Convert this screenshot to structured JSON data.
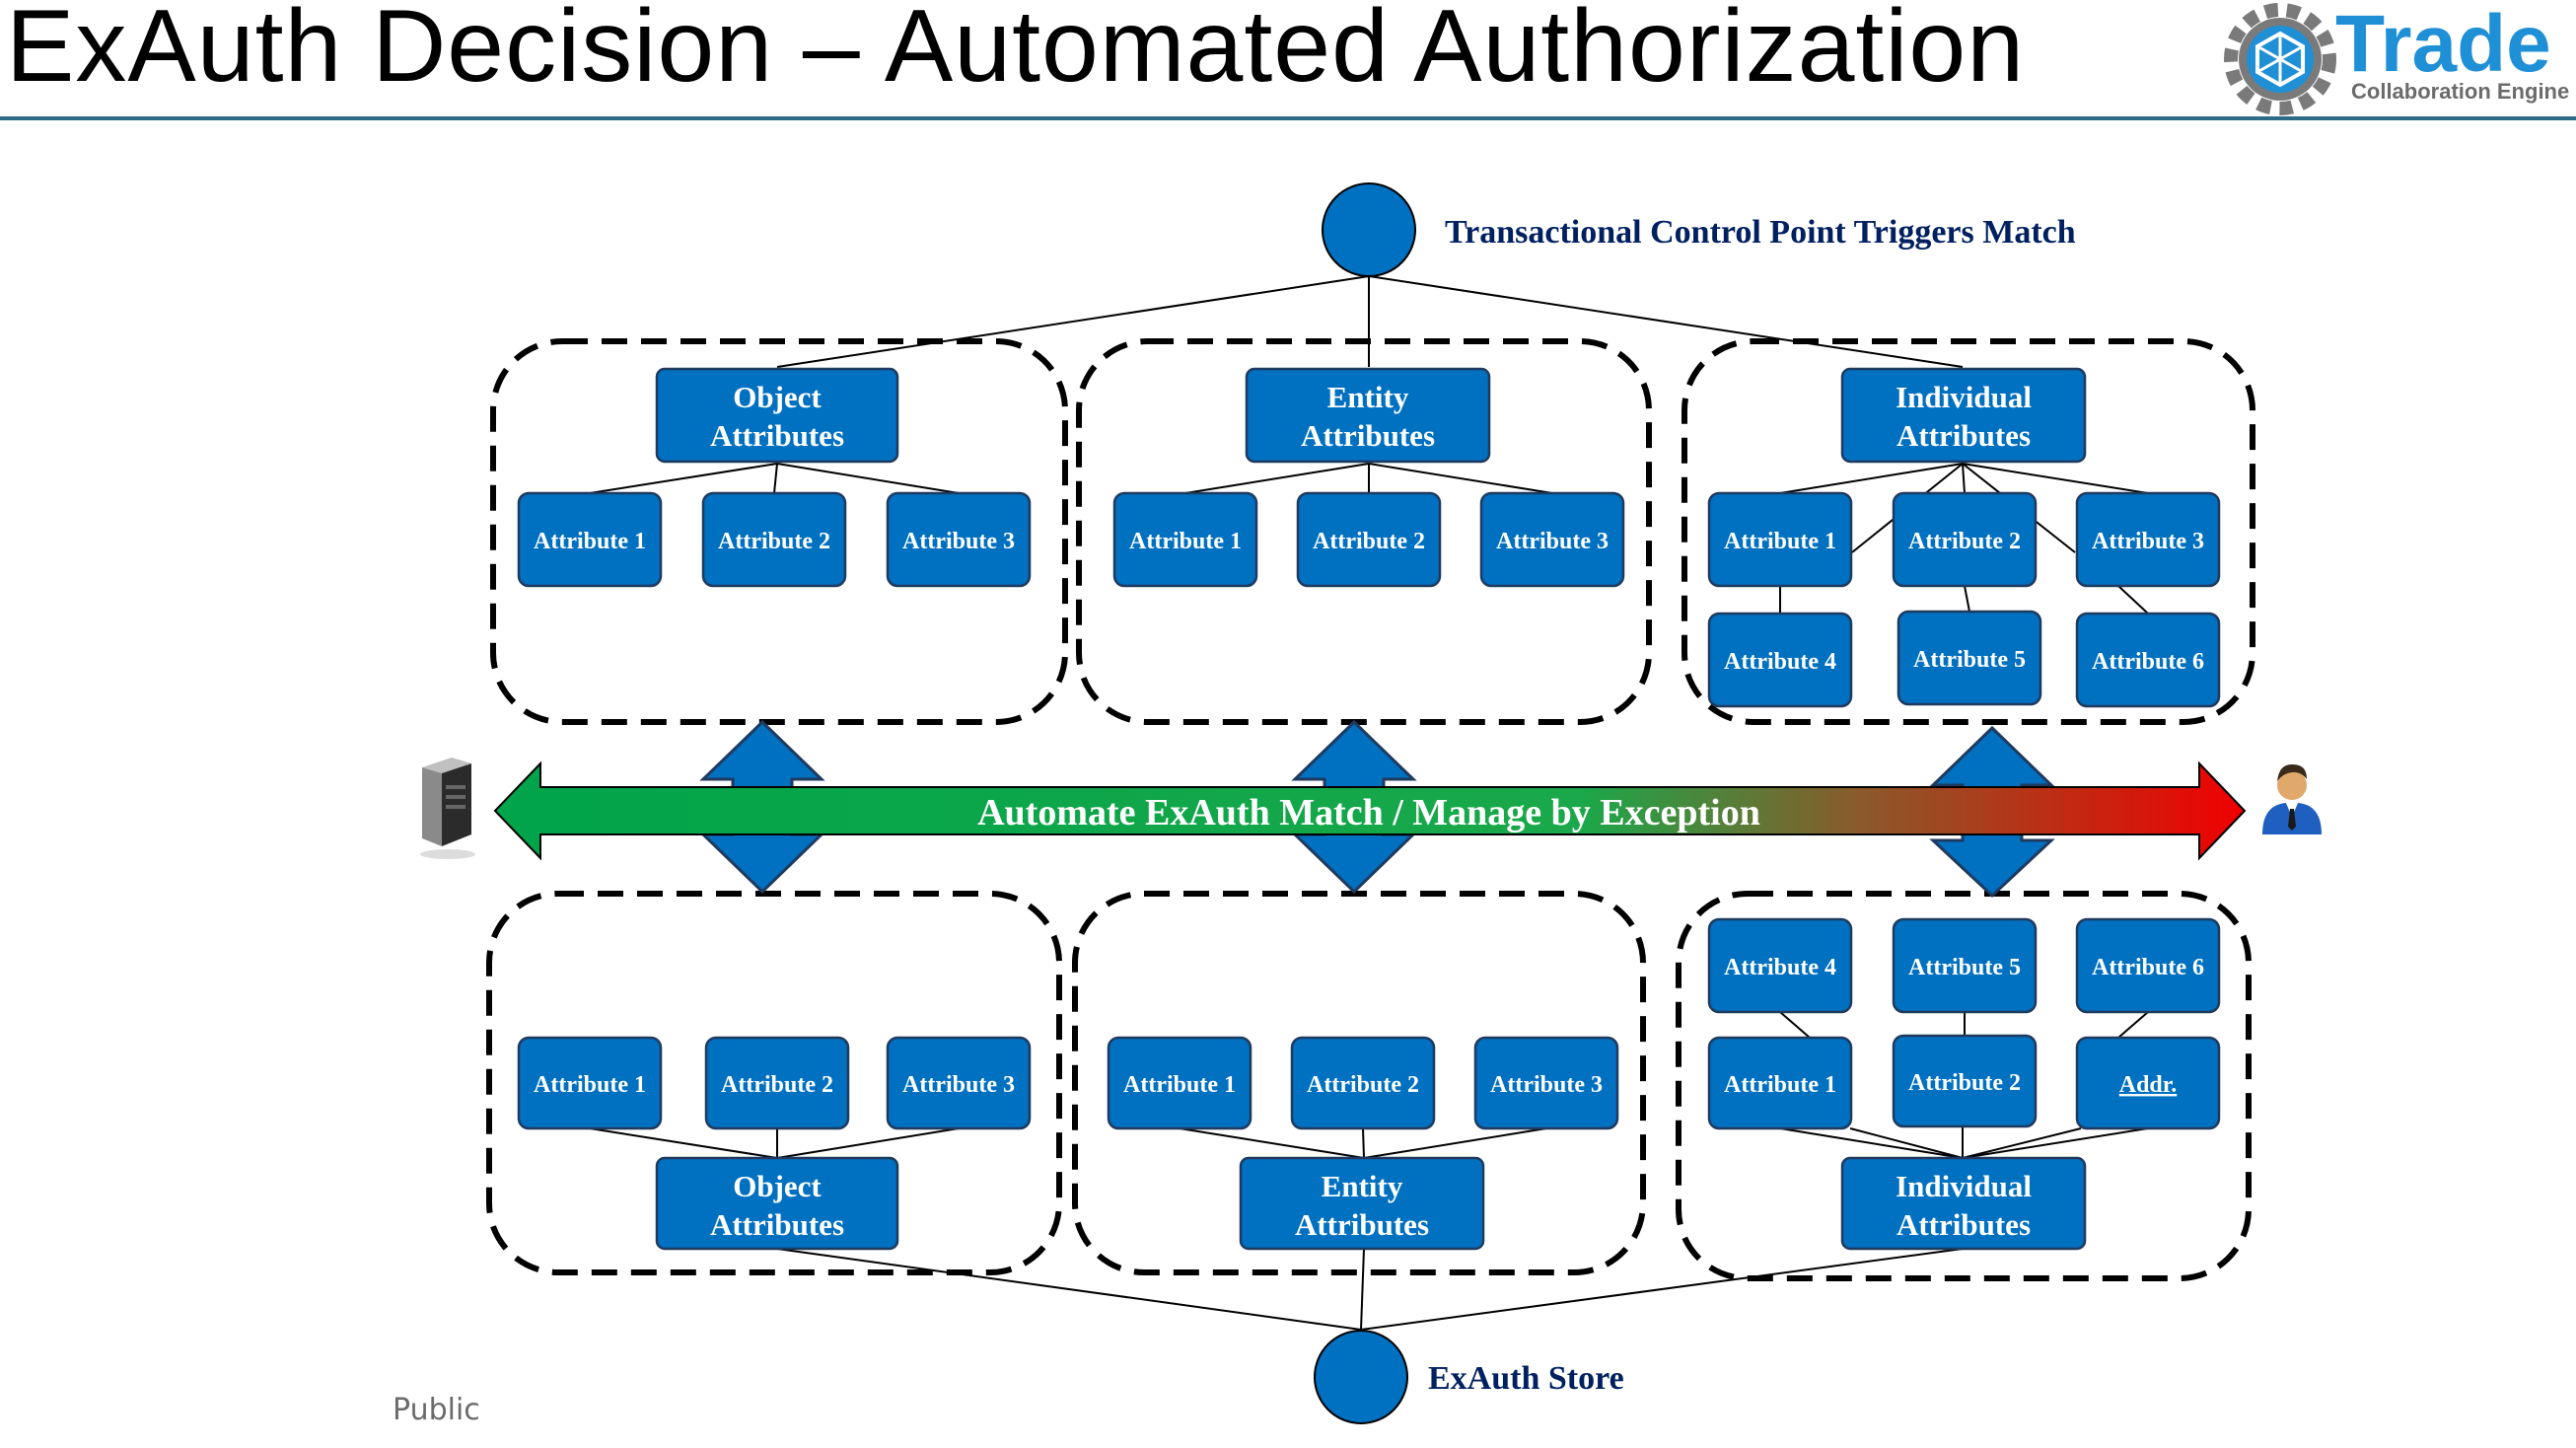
{
  "title": "ExAuth Decision – Automated Authorization",
  "logo": {
    "word": "Trade",
    "tagline": "Collaboration Engine"
  },
  "top_node_label": "Transactional Control Point Triggers Match",
  "bottom_node_label": "ExAuth Store",
  "arrow_label": "Automate ExAuth Match / Manage by Exception",
  "upper": {
    "object": {
      "title_line1": "Object",
      "title_line2": "Attributes",
      "attrs": [
        "Attribute 1",
        "Attribute 2",
        "Attribute 3"
      ]
    },
    "entity": {
      "title_line1": "Entity",
      "title_line2": "Attributes",
      "attrs": [
        "Attribute 1",
        "Attribute 2",
        "Attribute 3"
      ]
    },
    "individual": {
      "title_line1": "Individual",
      "title_line2": "Attributes",
      "attrs": [
        "Attribute 1",
        "Attribute 2",
        "Attribute 3",
        "Attribute 4",
        "Attribute 5",
        "Attribute 6"
      ]
    }
  },
  "lower": {
    "object": {
      "title_line1": "Object",
      "title_line2": "Attributes",
      "attrs": [
        "Attribute 1",
        "Attribute 2",
        "Attribute 3"
      ]
    },
    "entity": {
      "title_line1": "Entity",
      "title_line2": "Attributes",
      "attrs": [
        "Attribute 1",
        "Attribute 2",
        "Attribute 3"
      ]
    },
    "individual": {
      "title_line1": "Individual",
      "title_line2": "Attributes",
      "attrs": [
        "Attribute 4",
        "Attribute 5",
        "Attribute 6",
        "Attribute 1",
        "Attribute 2",
        "Addr."
      ]
    }
  },
  "icons": {
    "left": "server-icon",
    "right": "user-icon"
  },
  "colors": {
    "node_blue": "#0070c0",
    "node_border": "#1f3a5f",
    "label_navy": "#002060",
    "rule": "#2e6b88"
  },
  "footer": "Public"
}
